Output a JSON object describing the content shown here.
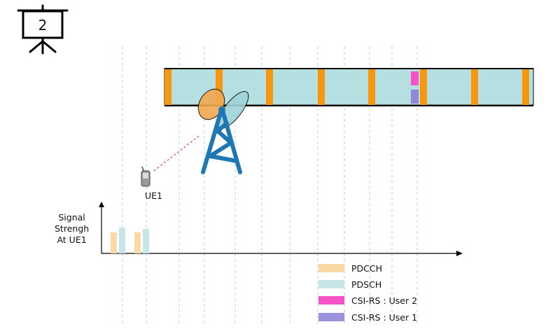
{
  "slide": {
    "number": "2"
  },
  "ue": {
    "label": "UE1"
  },
  "graph": {
    "ylabel_lines": [
      "Signal",
      "Strengh",
      "At UE1"
    ]
  },
  "legend": [
    {
      "label": "PDCCH",
      "color": "#fbd9a6"
    },
    {
      "label": "PDSCH",
      "color": "#c8e6e8"
    },
    {
      "label": "CSI-RS : User 2",
      "color": "#f653c9"
    },
    {
      "label": "CSI-RS : User 1",
      "color": "#9a93dc"
    }
  ],
  "colors": {
    "pdcch": "#f7960f",
    "pdsch": "#b6dfe1",
    "csirs_user2": "#f653c9",
    "csirs_user1": "#8f88d6",
    "tower": "#1f77b4",
    "beam_orange": "#f0a94f",
    "beam_teal": "#9fd3d8"
  }
}
